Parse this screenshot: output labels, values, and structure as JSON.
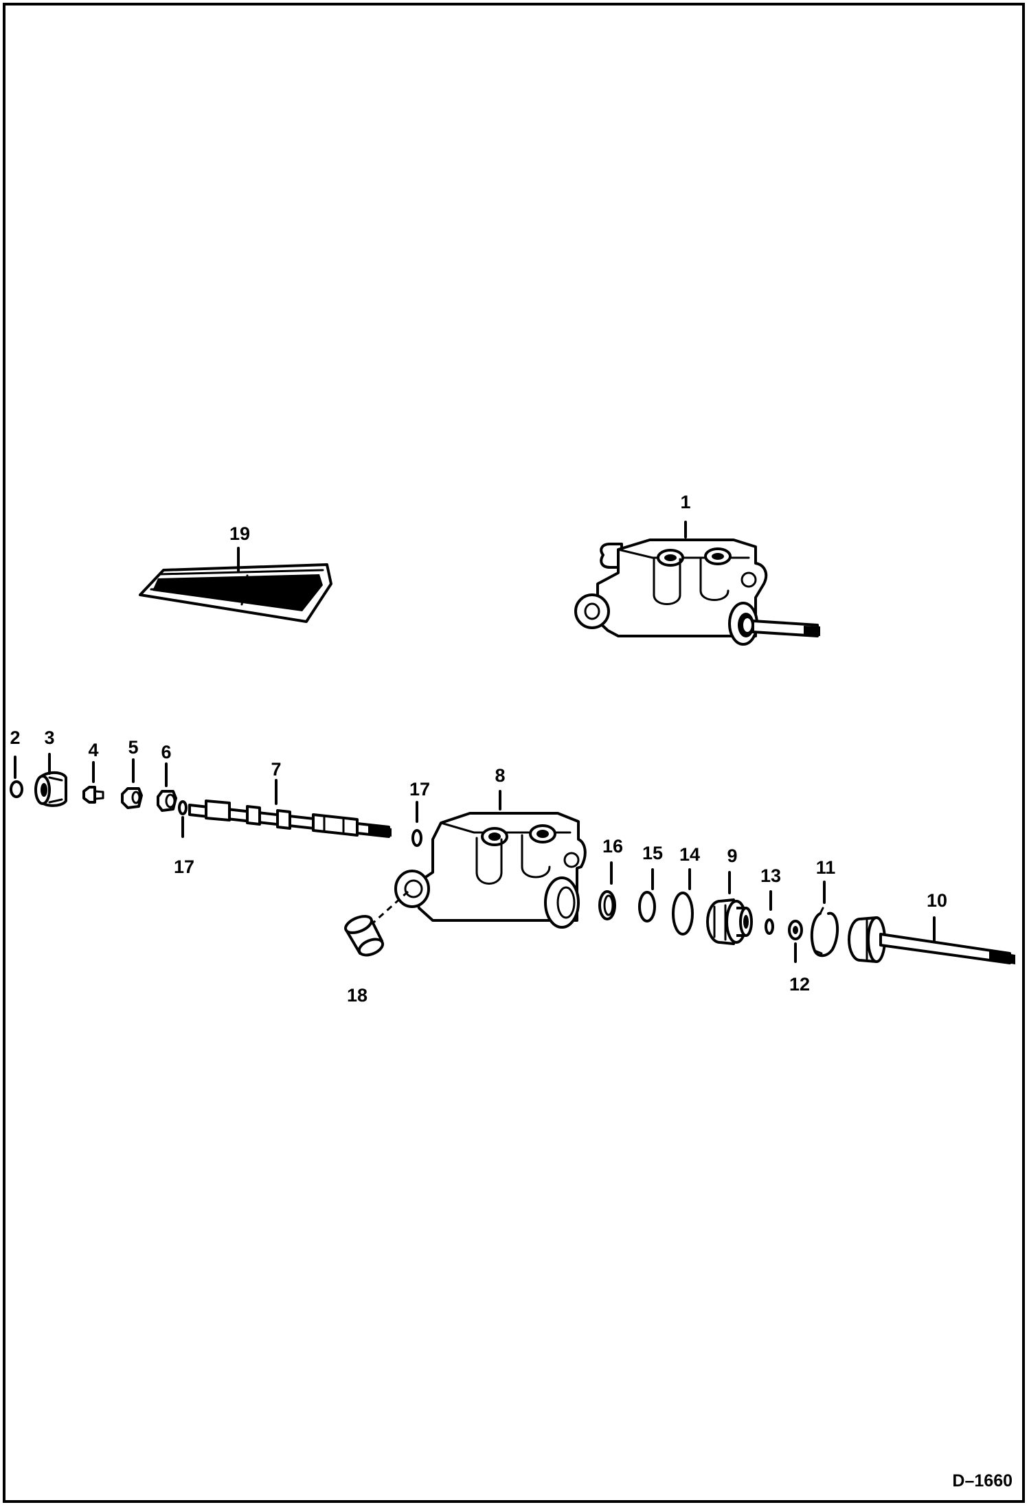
{
  "diagram": {
    "drawing_code": "D–1660",
    "part_labels": [
      {
        "id": "1",
        "text": "1"
      },
      {
        "id": "2",
        "text": "2"
      },
      {
        "id": "3",
        "text": "3"
      },
      {
        "id": "4",
        "text": "4"
      },
      {
        "id": "5",
        "text": "5"
      },
      {
        "id": "6",
        "text": "6"
      },
      {
        "id": "7",
        "text": "7"
      },
      {
        "id": "8",
        "text": "8"
      },
      {
        "id": "9",
        "text": "9"
      },
      {
        "id": "10",
        "text": "10"
      },
      {
        "id": "11",
        "text": "11"
      },
      {
        "id": "12",
        "text": "12"
      },
      {
        "id": "13",
        "text": "13"
      },
      {
        "id": "14",
        "text": "14"
      },
      {
        "id": "15",
        "text": "15"
      },
      {
        "id": "16",
        "text": "16"
      },
      {
        "id": "17a",
        "text": "17"
      },
      {
        "id": "17b",
        "text": "17"
      },
      {
        "id": "18",
        "text": "18"
      },
      {
        "id": "19",
        "text": "19"
      }
    ]
  }
}
